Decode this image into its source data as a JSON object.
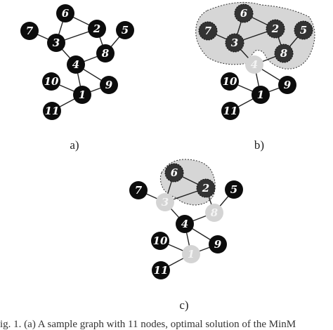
{
  "figure": {
    "colors": {
      "node_black": "#0c0c0c",
      "node_dark": "#333333",
      "node_light": "#d4d4d4",
      "edge": "#222222",
      "region_fill": "#c8c8c8",
      "label_on_dark": "#ffffff",
      "label_on_light": "#f4f4f4"
    },
    "edges": [
      [
        6,
        3
      ],
      [
        6,
        2
      ],
      [
        7,
        3
      ],
      [
        3,
        2
      ],
      [
        3,
        4
      ],
      [
        2,
        8
      ],
      [
        5,
        8
      ],
      [
        8,
        4
      ],
      [
        4,
        1
      ],
      [
        4,
        9
      ],
      [
        10,
        1
      ],
      [
        1,
        9
      ],
      [
        11,
        1
      ]
    ],
    "panels": [
      {
        "label": "a)",
        "nodes": [
          {
            "id": 1,
            "label": "1",
            "state": "black"
          },
          {
            "id": 2,
            "label": "2",
            "state": "black"
          },
          {
            "id": 3,
            "label": "3",
            "state": "black"
          },
          {
            "id": 4,
            "label": "4",
            "state": "black"
          },
          {
            "id": 5,
            "label": "5",
            "state": "black"
          },
          {
            "id": 6,
            "label": "6",
            "state": "black"
          },
          {
            "id": 7,
            "label": "7",
            "state": "black"
          },
          {
            "id": 8,
            "label": "8",
            "state": "black"
          },
          {
            "id": 9,
            "label": "9",
            "state": "black"
          },
          {
            "id": 10,
            "label": "10",
            "state": "black"
          },
          {
            "id": 11,
            "label": "11",
            "state": "black"
          }
        ],
        "regions": []
      },
      {
        "label": "b)",
        "nodes": [
          {
            "id": 1,
            "label": "1",
            "state": "black"
          },
          {
            "id": 2,
            "label": "2",
            "state": "dark"
          },
          {
            "id": 3,
            "label": "3",
            "state": "dark"
          },
          {
            "id": 4,
            "label": "4",
            "state": "light"
          },
          {
            "id": 5,
            "label": "5",
            "state": "dark"
          },
          {
            "id": 6,
            "label": "6",
            "state": "dark"
          },
          {
            "id": 7,
            "label": "7",
            "state": "dark"
          },
          {
            "id": 8,
            "label": "8",
            "state": "dark"
          },
          {
            "id": 9,
            "label": "9",
            "state": "black"
          },
          {
            "id": 10,
            "label": "10",
            "state": "black"
          },
          {
            "id": 11,
            "label": "11",
            "state": "black"
          }
        ],
        "regions": [
          "component-b"
        ]
      },
      {
        "label": "c)",
        "nodes": [
          {
            "id": 1,
            "label": "1",
            "state": "light"
          },
          {
            "id": 2,
            "label": "2",
            "state": "dark"
          },
          {
            "id": 3,
            "label": "3",
            "state": "light"
          },
          {
            "id": 4,
            "label": "4",
            "state": "black"
          },
          {
            "id": 5,
            "label": "5",
            "state": "black"
          },
          {
            "id": 6,
            "label": "6",
            "state": "dark"
          },
          {
            "id": 7,
            "label": "7",
            "state": "black"
          },
          {
            "id": 8,
            "label": "8",
            "state": "light"
          },
          {
            "id": 9,
            "label": "9",
            "state": "black"
          },
          {
            "id": 10,
            "label": "10",
            "state": "black"
          },
          {
            "id": 11,
            "label": "11",
            "state": "black"
          }
        ],
        "regions": [
          "component-c"
        ]
      }
    ],
    "caption": "ig. 1.   (a) A sample graph with 11 nodes, optimal solution of the MinM"
  }
}
